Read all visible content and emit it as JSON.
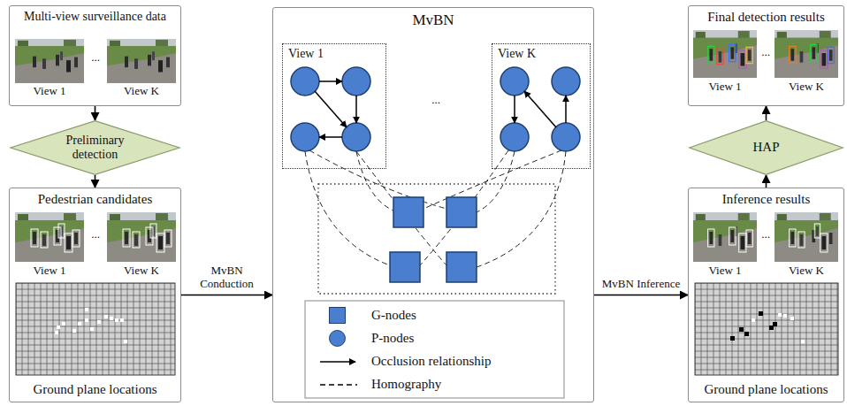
{
  "diagram": {
    "nodes": [
      {
        "text": [
          "Multi-view surveillance data"
        ]
      },
      {
        "text": [
          "Preliminary detection"
        ]
      },
      {
        "text": [
          "Pedestrian candidates",
          "Ground plane locations"
        ]
      },
      {
        "text": [
          "MvBN"
        ]
      },
      {
        "text": [
          "View 1"
        ],
        "in": 3
      },
      {
        "text": [
          "View K"
        ],
        "in": 3
      },
      {
        "text": [
          "Inference results",
          "Ground plane locations"
        ]
      },
      {
        "text": [
          "HAP"
        ]
      },
      {
        "text": [
          "Final detection results"
        ]
      }
    ],
    "edges": [
      {
        "from": 0,
        "to": 1,
        "arrow": "to"
      },
      {
        "from": 1,
        "to": 2,
        "arrow": "to"
      },
      {
        "from": 2,
        "to": 3,
        "label": "MvBN Conduction",
        "arrow": "to"
      },
      {
        "from": 3,
        "to": 6,
        "label": "MvBN Inference",
        "arrow": "to"
      },
      {
        "from": 6,
        "to": 7,
        "arrow": "to"
      },
      {
        "from": 7,
        "to": 8,
        "arrow": "to"
      }
    ],
    "labels": [
      "View 1",
      "...",
      "View K",
      "View 1",
      "...",
      "View K",
      "...",
      "View 1",
      "...",
      "View K",
      "View 1",
      "...",
      "View K"
    ],
    "legend": [
      {
        "text": "G-nodes",
        "color": "#4a7fcf"
      },
      {
        "text": "P-nodes",
        "color": "#4a7fcf"
      },
      {
        "text": "Occlusion relationship"
      },
      {
        "text": "Homography"
      }
    ]
  }
}
